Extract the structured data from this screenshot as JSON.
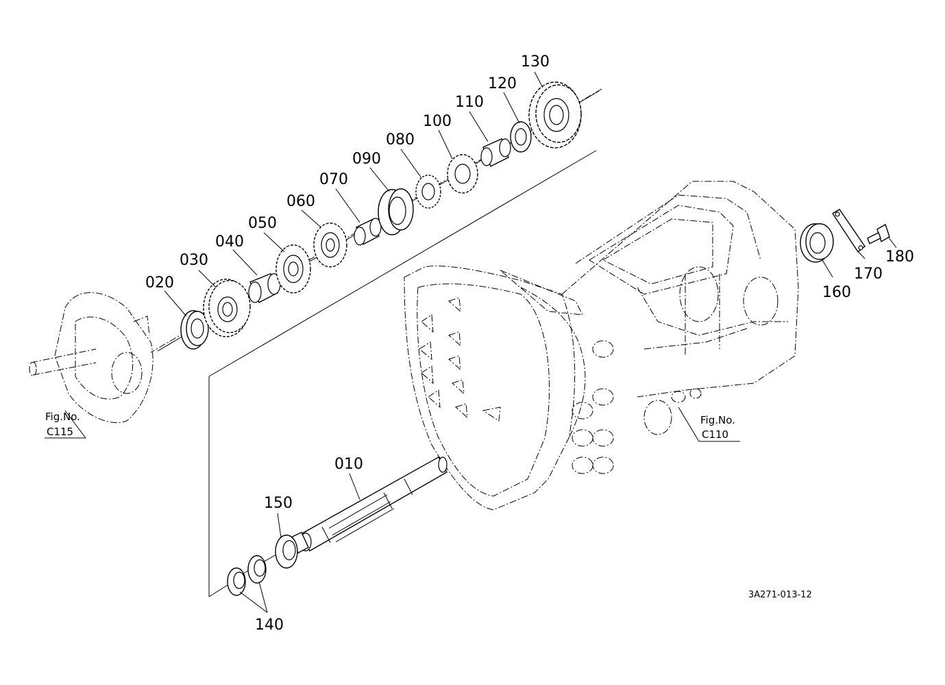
{
  "callouts": {
    "p010": "010",
    "p020": "020",
    "p030": "030",
    "p040": "040",
    "p050": "050",
    "p060": "060",
    "p070": "070",
    "p080": "080",
    "p090": "090",
    "p100": "100",
    "p110": "110",
    "p120": "120",
    "p130": "130",
    "p140": "140",
    "p150": "150",
    "p160": "160",
    "p170": "170",
    "p180": "180"
  },
  "figure_refs": {
    "left": {
      "line1": "Fig.No.",
      "line2": "C115"
    },
    "right": {
      "line1": "Fig.No.",
      "line2": "C110"
    }
  },
  "drawing_code": "3A271-013-12"
}
